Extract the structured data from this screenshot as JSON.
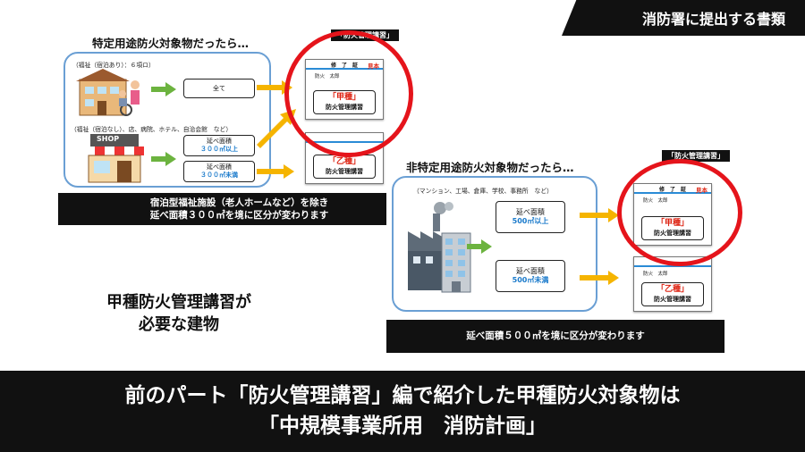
{
  "top_tag": "消防署に提出する書類",
  "panel1": {
    "title": "特定用途防火対象物だったら…",
    "label_top": "（福祉（宿泊あり）：６項ロ）",
    "label_mid": "（福祉（宿泊なし）、店、病院、ホテル、自治会館　など）",
    "box_all": "全て",
    "box_area_label": "延べ面積",
    "box_area_over": "３００㎡以上",
    "box_area_under": "３００㎡未満",
    "shop_sign": "SHOP",
    "bar_line1": "宿泊型福祉施設（老人ホームなど）を除き",
    "bar_line2": "延べ面積３００㎡を境に区分が変わります",
    "corner_label": "「防火管理講習」"
  },
  "panel2": {
    "title": "非特定用途防火対象物だったら…",
    "label_top": "（マンション、工場、倉庫、学校、事務所　など）",
    "box_area_label": "延べ面積",
    "box_area_over": "500㎡以上",
    "box_area_under": "500㎡未満",
    "bar_line1": "延べ面積５００㎡を境に区分が変わります",
    "corner_label": "「防火管理講習」"
  },
  "certificate": {
    "title": "修　了　証",
    "sample": "見本",
    "name": "防火　太郎",
    "kind_a": "「甲種」",
    "kind_b": "「乙種」",
    "course": "防火管理講習"
  },
  "side_text_line1": "甲種防火管理講習が",
  "side_text_line2": "必要な建物",
  "bottom_line1": "前のパート「防火管理講習」編で紹介した甲種防火対象物は",
  "bottom_line2": "「中規模事業所用　消防計画」",
  "colors": {
    "accent_red": "#e5141b",
    "blue_outline": "#6a9fd4",
    "value_blue": "#1a7acb",
    "arrow_yellow": "#f5b400",
    "arrow_green": "#6cb33f"
  }
}
